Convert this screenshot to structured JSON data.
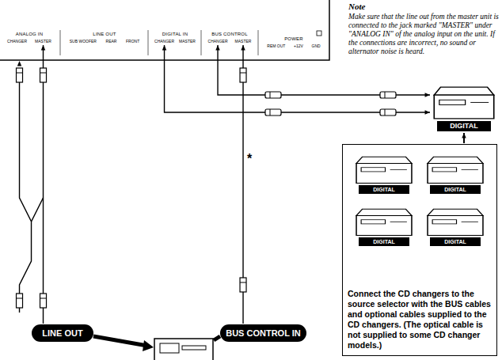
{
  "diagram": {
    "nodes": [
      {
        "text": [
          "ANALOG IN",
          "CHANGER",
          "MASTER"
        ]
      },
      {
        "text": [
          "LINE OUT",
          "SUB WOOFER",
          "REAR",
          "FRONT"
        ]
      },
      {
        "text": [
          "DIGITAL IN",
          "CHANGER",
          "MASTER"
        ]
      },
      {
        "text": [
          "BUS CONTROL",
          "CHANGER",
          "MASTER"
        ]
      },
      {
        "text": [
          "POWER",
          "REM OUT",
          "+12V",
          "GND"
        ]
      },
      {
        "text": [
          "DIGITAL"
        ]
      },
      {
        "text": [
          "Connect the CD changers to the source selector with the BUS cables and optional cables supplied to the CD changers. (The optical cable is not supplied to some CD changer models.)"
        ]
      },
      {
        "text": [
          "DIGITAL"
        ],
        "in": 6
      },
      {
        "text": [
          "DIGITAL"
        ],
        "in": 6
      },
      {
        "text": [
          "DIGITAL"
        ],
        "in": 6
      },
      {
        "text": [
          "DIGITAL"
        ],
        "in": 6
      },
      {
        "text": [
          "LINE OUT"
        ]
      },
      {
        "text": [
          "BUS CONTROL IN"
        ]
      }
    ],
    "edges": [
      {
        "from": 11,
        "to": 0,
        "arrow": "to"
      },
      {
        "from": 12,
        "to": 3,
        "arrow": "to"
      },
      {
        "from": 3,
        "to": 5,
        "arrow": "both"
      },
      {
        "from": 2,
        "to": 5,
        "arrow": "both"
      },
      {
        "from": 6,
        "to": 5,
        "arrow": "to"
      }
    ],
    "labels": [
      "Note",
      "Make sure that the line out from the master unit is connected to the jack marked \"MASTER\" under \"ANALOG IN\" of the analog input on the unit. If the connections are incorrect, no sound or alternator noise is heard.",
      "*"
    ]
  }
}
